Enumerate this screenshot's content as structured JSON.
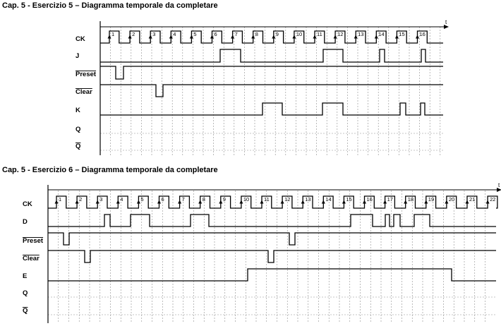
{
  "exercise5": {
    "title": "Cap. 5 - Esercizio 5 – Diagramma temporale da completare",
    "time_label": "t",
    "clock_pulses": [
      "1",
      "2",
      "3",
      "4",
      "5",
      "6",
      "7",
      "8",
      "9",
      "10",
      "11",
      "12",
      "13",
      "14",
      "15",
      "16"
    ],
    "signals": [
      {
        "label": "CK"
      },
      {
        "label": "J"
      },
      {
        "label": "Preset",
        "overline": true
      },
      {
        "label": "Clear",
        "overline": true
      },
      {
        "label": "K"
      },
      {
        "label": "Q"
      },
      {
        "label": "Q",
        "overline": true
      }
    ]
  },
  "exercise6": {
    "title": "Cap. 5 - Esercizio 6 – Diagramma temporale da completare",
    "time_label": "t",
    "clock_pulses": [
      "1",
      "2",
      "3",
      "4",
      "5",
      "6",
      "7",
      "8",
      "9",
      "10",
      "11",
      "12",
      "13",
      "14",
      "15",
      "16",
      "17",
      "18",
      "19",
      "20",
      "21",
      "22"
    ],
    "signals": [
      {
        "label": "CK"
      },
      {
        "label": "D"
      },
      {
        "label": "Preset",
        "overline": true
      },
      {
        "label": "Clear",
        "overline": true
      },
      {
        "label": "E"
      },
      {
        "label": "Q"
      },
      {
        "label": "Q",
        "overline": true
      }
    ]
  }
}
